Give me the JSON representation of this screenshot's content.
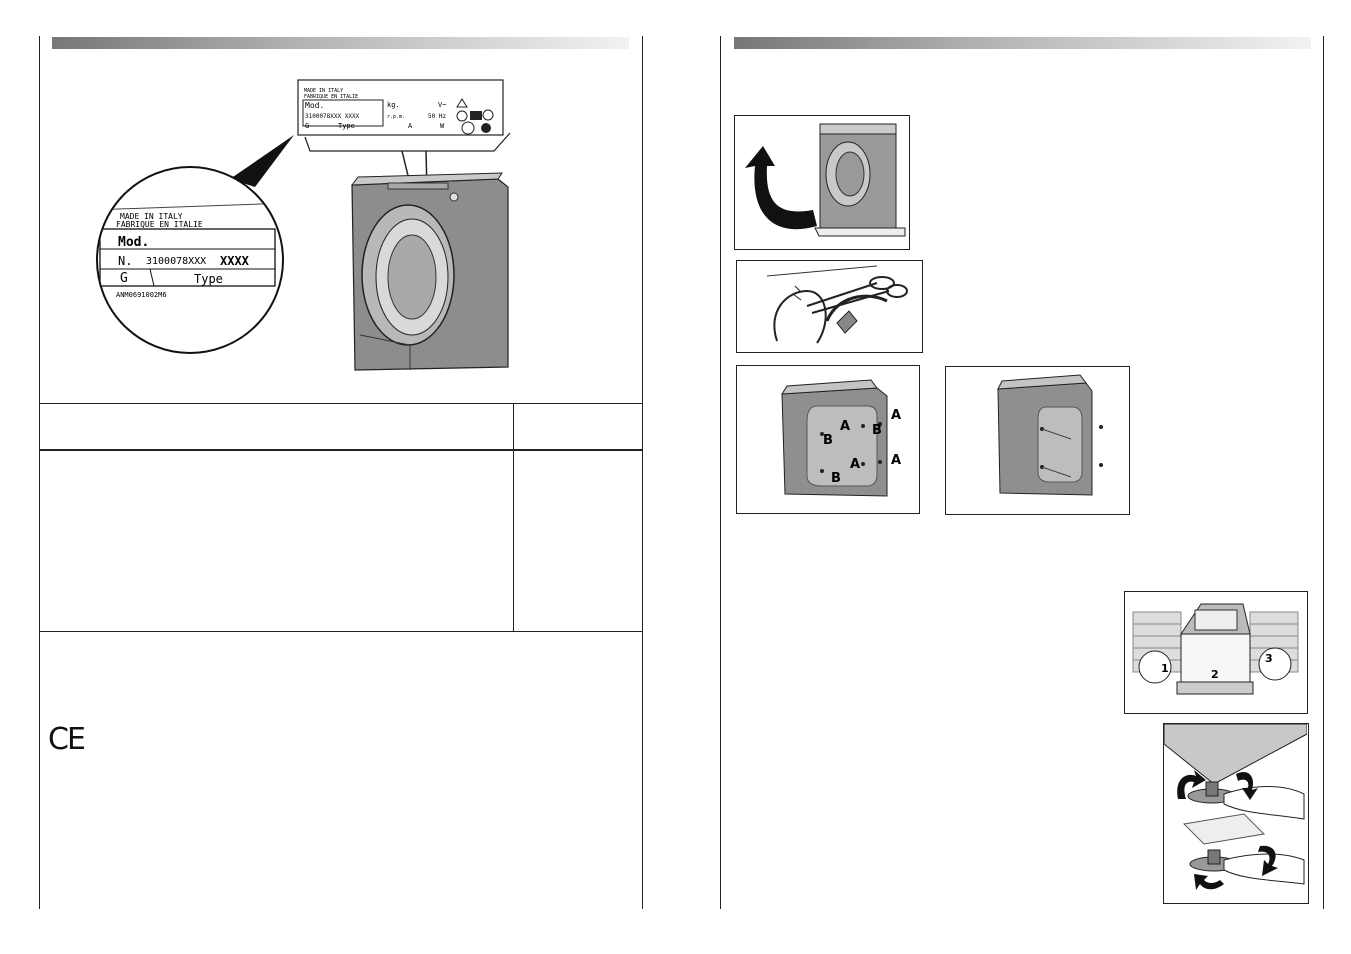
{
  "rating_plate": {
    "made_in_line": "MADE IN ITALY",
    "fabrique_line": "FABRIQUE EN ITALIE",
    "mod_label": "Mod.",
    "serial_prefix": "N.",
    "serial_number": "3100078XXX",
    "serial_suffix": "XXXX",
    "g_label": "G",
    "type_label": "Type",
    "code_line": "ANM0691002M6",
    "small_kg": "kg.",
    "small_rpm": "r.p.m.",
    "small_hz": "50 Hz",
    "small_v": "V~",
    "small_a": "A",
    "small_w": "W",
    "small_serial": "3100078XXX XXXX"
  },
  "marks": {
    "ce": "CE"
  },
  "transport_bolts": {
    "label_a": "A",
    "label_b": "B"
  },
  "levelling": {
    "step_1": "1",
    "step_2": "2",
    "step_3": "3"
  }
}
